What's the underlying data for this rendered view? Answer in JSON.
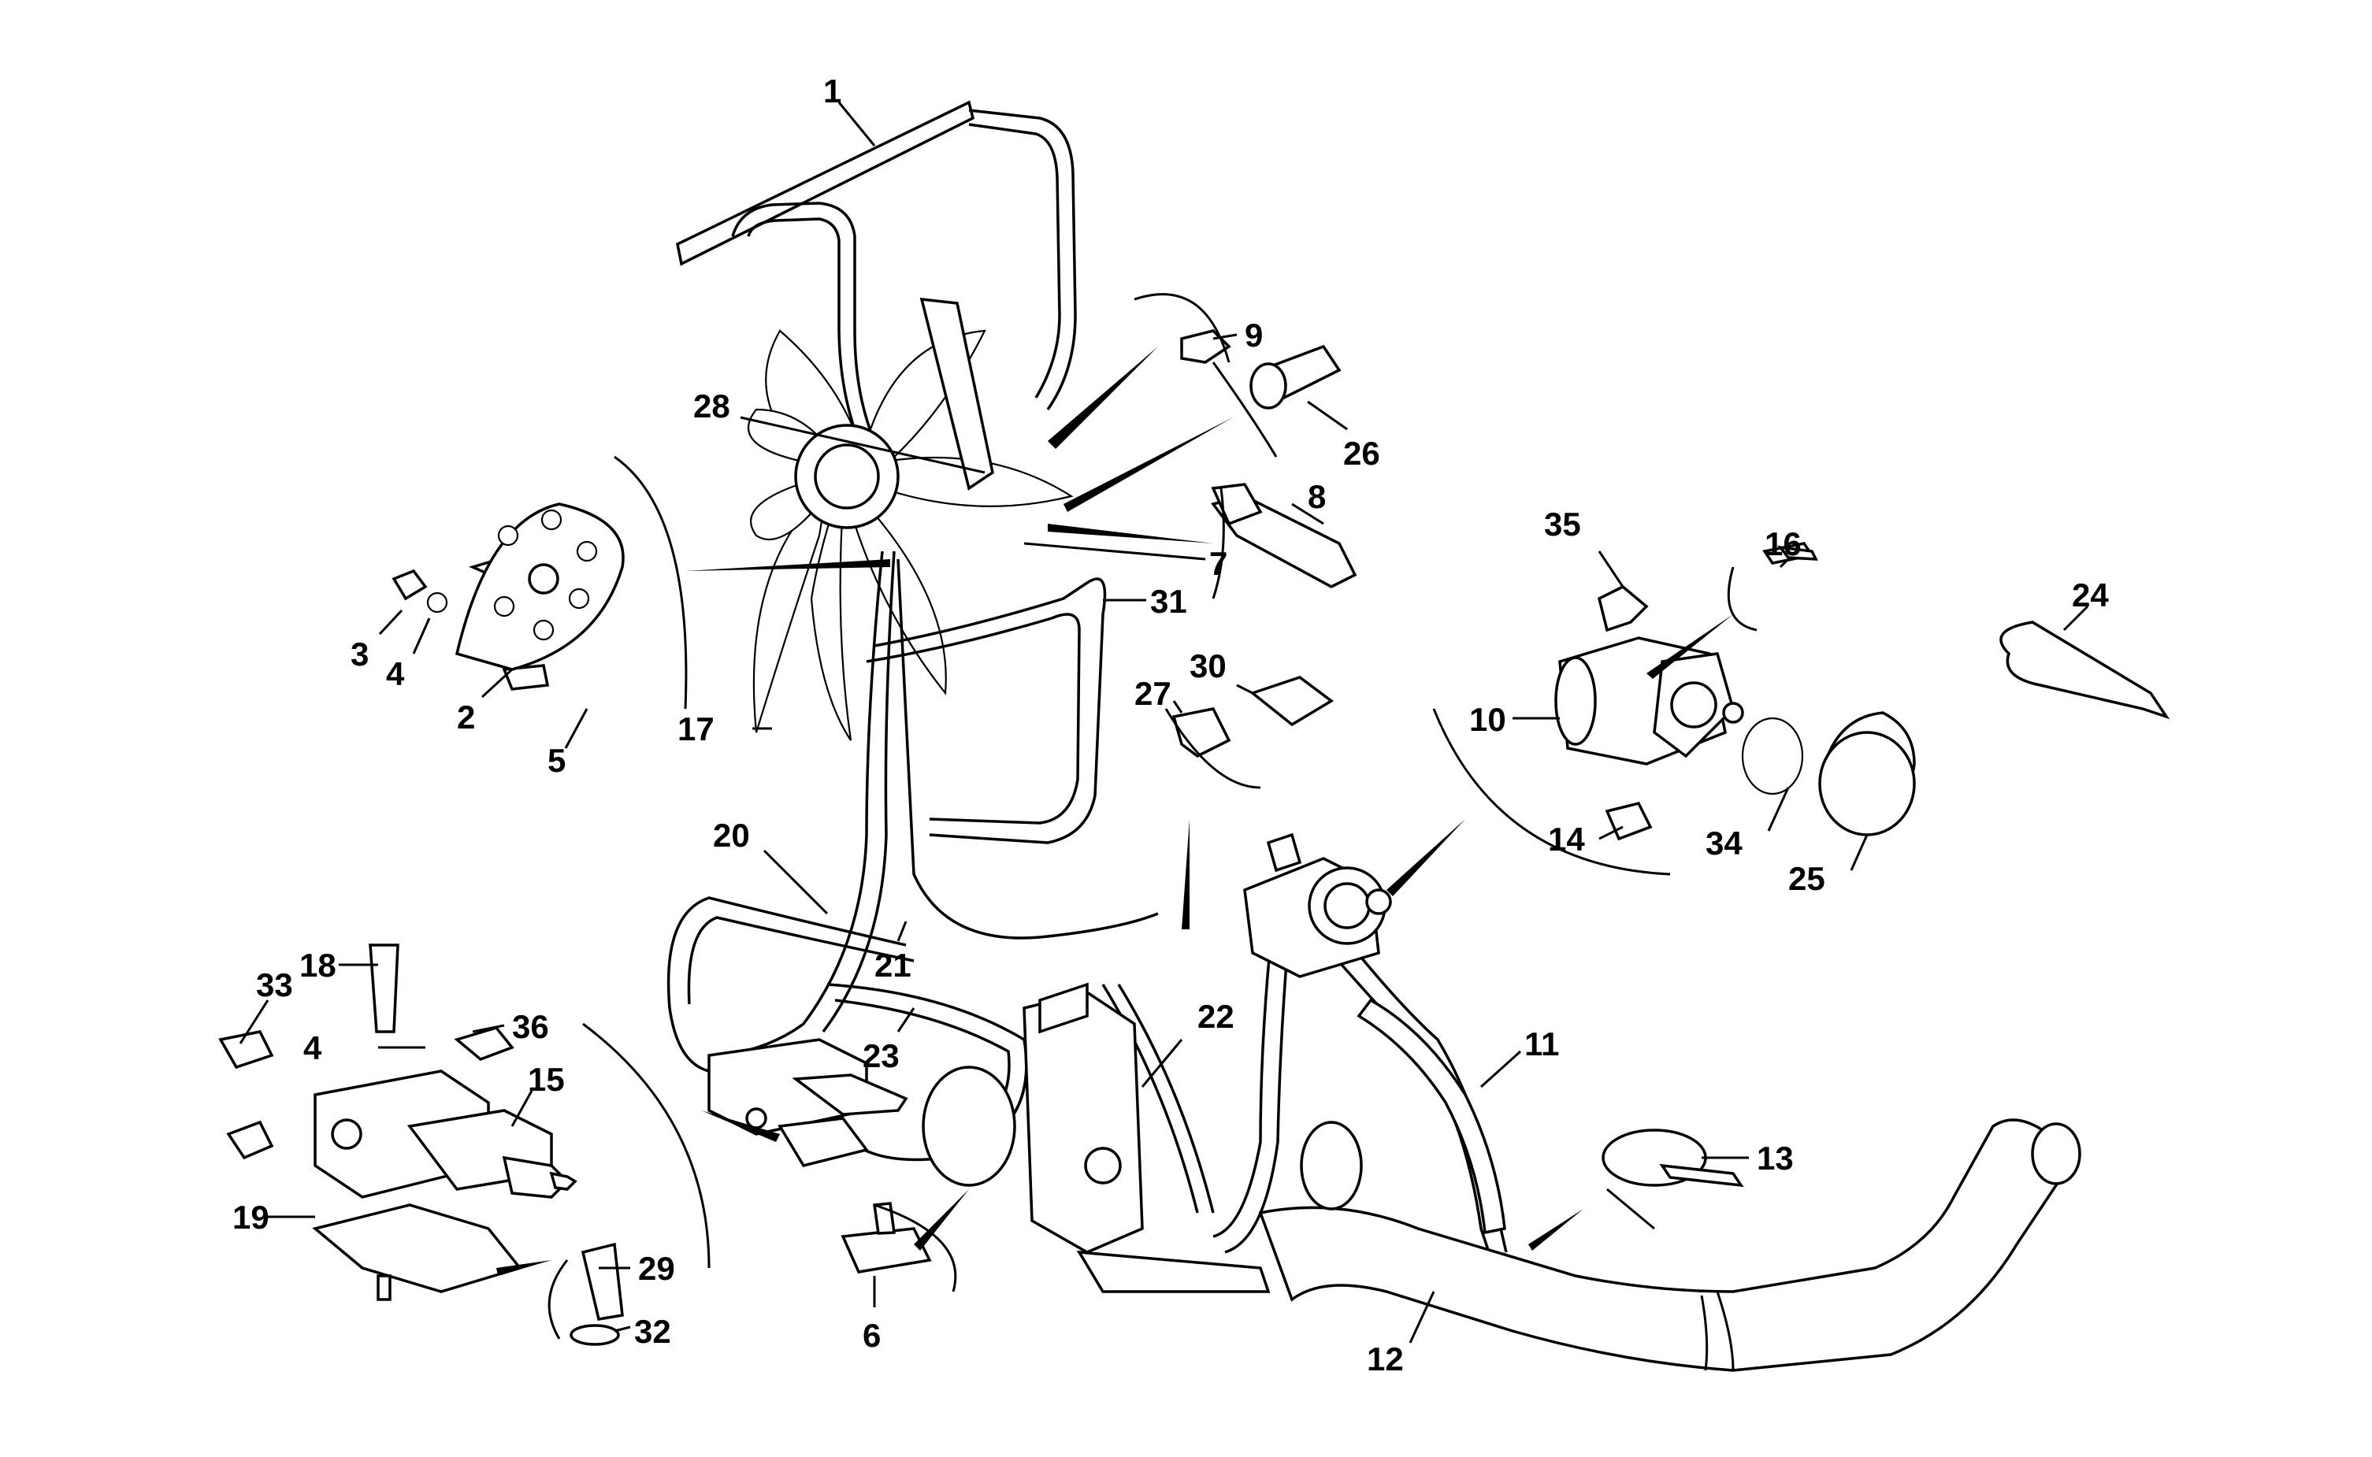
{
  "diagram": {
    "callouts": [
      {
        "id": "c1",
        "label": "1"
      },
      {
        "id": "c2",
        "label": "2"
      },
      {
        "id": "c3",
        "label": "3"
      },
      {
        "id": "c4a",
        "label": "4"
      },
      {
        "id": "c4b",
        "label": "4"
      },
      {
        "id": "c5",
        "label": "5"
      },
      {
        "id": "c6",
        "label": "6"
      },
      {
        "id": "c7",
        "label": "7"
      },
      {
        "id": "c8",
        "label": "8"
      },
      {
        "id": "c9",
        "label": "9"
      },
      {
        "id": "c10",
        "label": "10"
      },
      {
        "id": "c11",
        "label": "11"
      },
      {
        "id": "c12",
        "label": "12"
      },
      {
        "id": "c13",
        "label": "13"
      },
      {
        "id": "c14",
        "label": "14"
      },
      {
        "id": "c15",
        "label": "15"
      },
      {
        "id": "c16",
        "label": "16"
      },
      {
        "id": "c17",
        "label": "17"
      },
      {
        "id": "c18",
        "label": "18"
      },
      {
        "id": "c19",
        "label": "19"
      },
      {
        "id": "c20",
        "label": "20"
      },
      {
        "id": "c21",
        "label": "21"
      },
      {
        "id": "c22",
        "label": "22"
      },
      {
        "id": "c23",
        "label": "23"
      },
      {
        "id": "c24",
        "label": "24"
      },
      {
        "id": "c25",
        "label": "25"
      },
      {
        "id": "c26",
        "label": "26"
      },
      {
        "id": "c27",
        "label": "27"
      },
      {
        "id": "c28",
        "label": "28"
      },
      {
        "id": "c29",
        "label": "29"
      },
      {
        "id": "c30",
        "label": "30"
      },
      {
        "id": "c31",
        "label": "31"
      },
      {
        "id": "c32",
        "label": "32"
      },
      {
        "id": "c33",
        "label": "33"
      },
      {
        "id": "c34",
        "label": "34"
      },
      {
        "id": "c35",
        "label": "35"
      },
      {
        "id": "c36",
        "label": "36"
      }
    ]
  }
}
